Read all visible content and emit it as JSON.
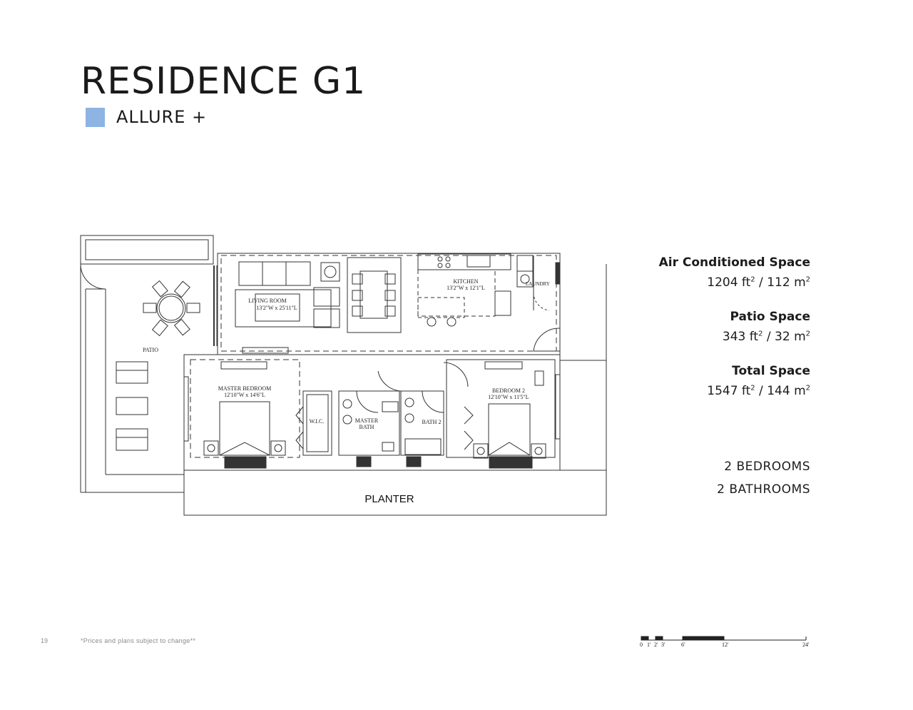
{
  "header": {
    "title": "RESIDENCE G1",
    "collection": "ALLURE +",
    "swatch_color": "#8db4e2"
  },
  "rooms": {
    "living_room": "LIVING ROOM",
    "living_room_size": "13'2\"W x 25'11\"L",
    "kitchen": "KITCHEN",
    "kitchen_size": "13'2\"W x 12'1\"L",
    "laundry": "LAUNDRY",
    "patio": "PATIO",
    "master_bedroom": "MASTER BEDROOM",
    "master_bedroom_size": "12'10\"W x 14'6\"L",
    "wic": "W.I.C.",
    "master_bath_line1": "MASTER",
    "master_bath_line2": "BATH",
    "bath2": "BATH 2",
    "bedroom2": "BEDROOM 2",
    "bedroom2_size": "12'10\"W x 11'5\"L",
    "planter": "PLANTER"
  },
  "stats": [
    {
      "label": "Air Conditioned Space",
      "ft": "1204",
      "m": "112"
    },
    {
      "label": "Patio Space",
      "ft": "343",
      "m": "32"
    },
    {
      "label": "Total Space",
      "ft": "1547",
      "m": "144"
    }
  ],
  "units": {
    "ft": "ft",
    "m": "m",
    "sup": "2"
  },
  "counts": {
    "bedrooms": "2 BEDROOMS",
    "bathrooms": "2 BATHROOMS"
  },
  "footer": {
    "page_number": "19",
    "disclaimer": "*Prices and plans subject to change**"
  },
  "scale_bar": {
    "ticks": [
      "0",
      "1'",
      "2'",
      "3'",
      "6'",
      "12'",
      "24'"
    ]
  }
}
